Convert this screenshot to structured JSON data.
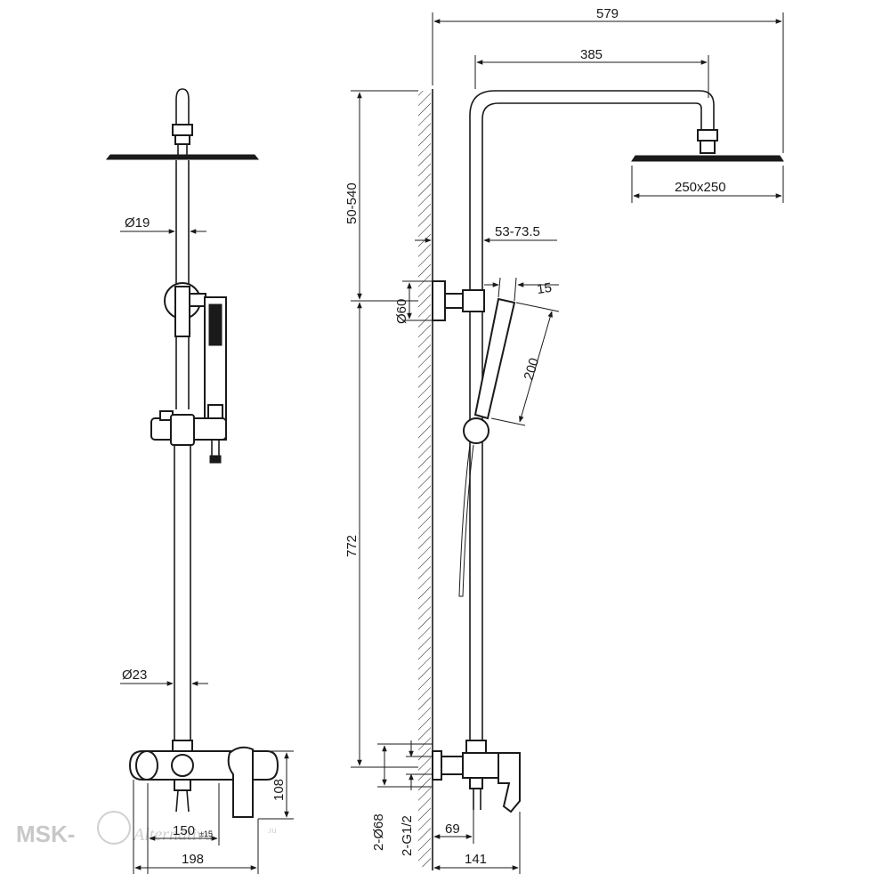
{
  "dimensions": {
    "overall_width": "579",
    "arm_length": "385",
    "head_size": "250x250",
    "height_adjust": "50-540",
    "bracket_adjust": "53-73.5",
    "bracket_diameter": "Ø60",
    "handset_width": "15",
    "handset_length": "200",
    "riser_height": "772",
    "upper_pipe_diameter": "Ø19",
    "lower_pipe_diameter": "Ø23",
    "mixer_height": "108",
    "inlet_spacing": "150",
    "inlet_spacing_tolerance": "±15",
    "mixer_width": "198",
    "flange_diameter": "2-Ø68",
    "inlet_thread": "2-G1/2",
    "inlet_depth": "69",
    "mixer_depth": "141"
  },
  "watermark": {
    "brand_left": "MSK-",
    "brand_script": "Alternativa",
    "brand_domain": ".ru"
  }
}
